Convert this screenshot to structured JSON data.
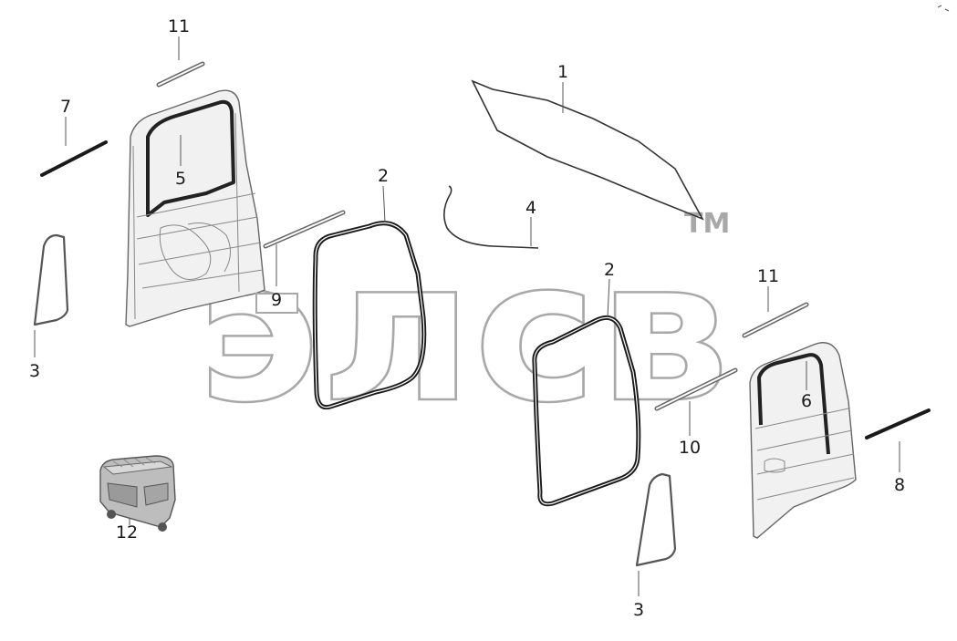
{
  "diagram": {
    "callouts": {
      "c1": "1",
      "c2a": "2",
      "c2b": "2",
      "c3a": "3",
      "c3b": "3",
      "c4": "4",
      "c5": "5",
      "c6": "6",
      "c7": "7",
      "c8": "8",
      "c9": "9",
      "c10": "10",
      "c11a": "11",
      "c11b": "11",
      "c12": "12"
    },
    "watermark": {
      "mark": "элсв",
      "tm": "TM"
    }
  }
}
